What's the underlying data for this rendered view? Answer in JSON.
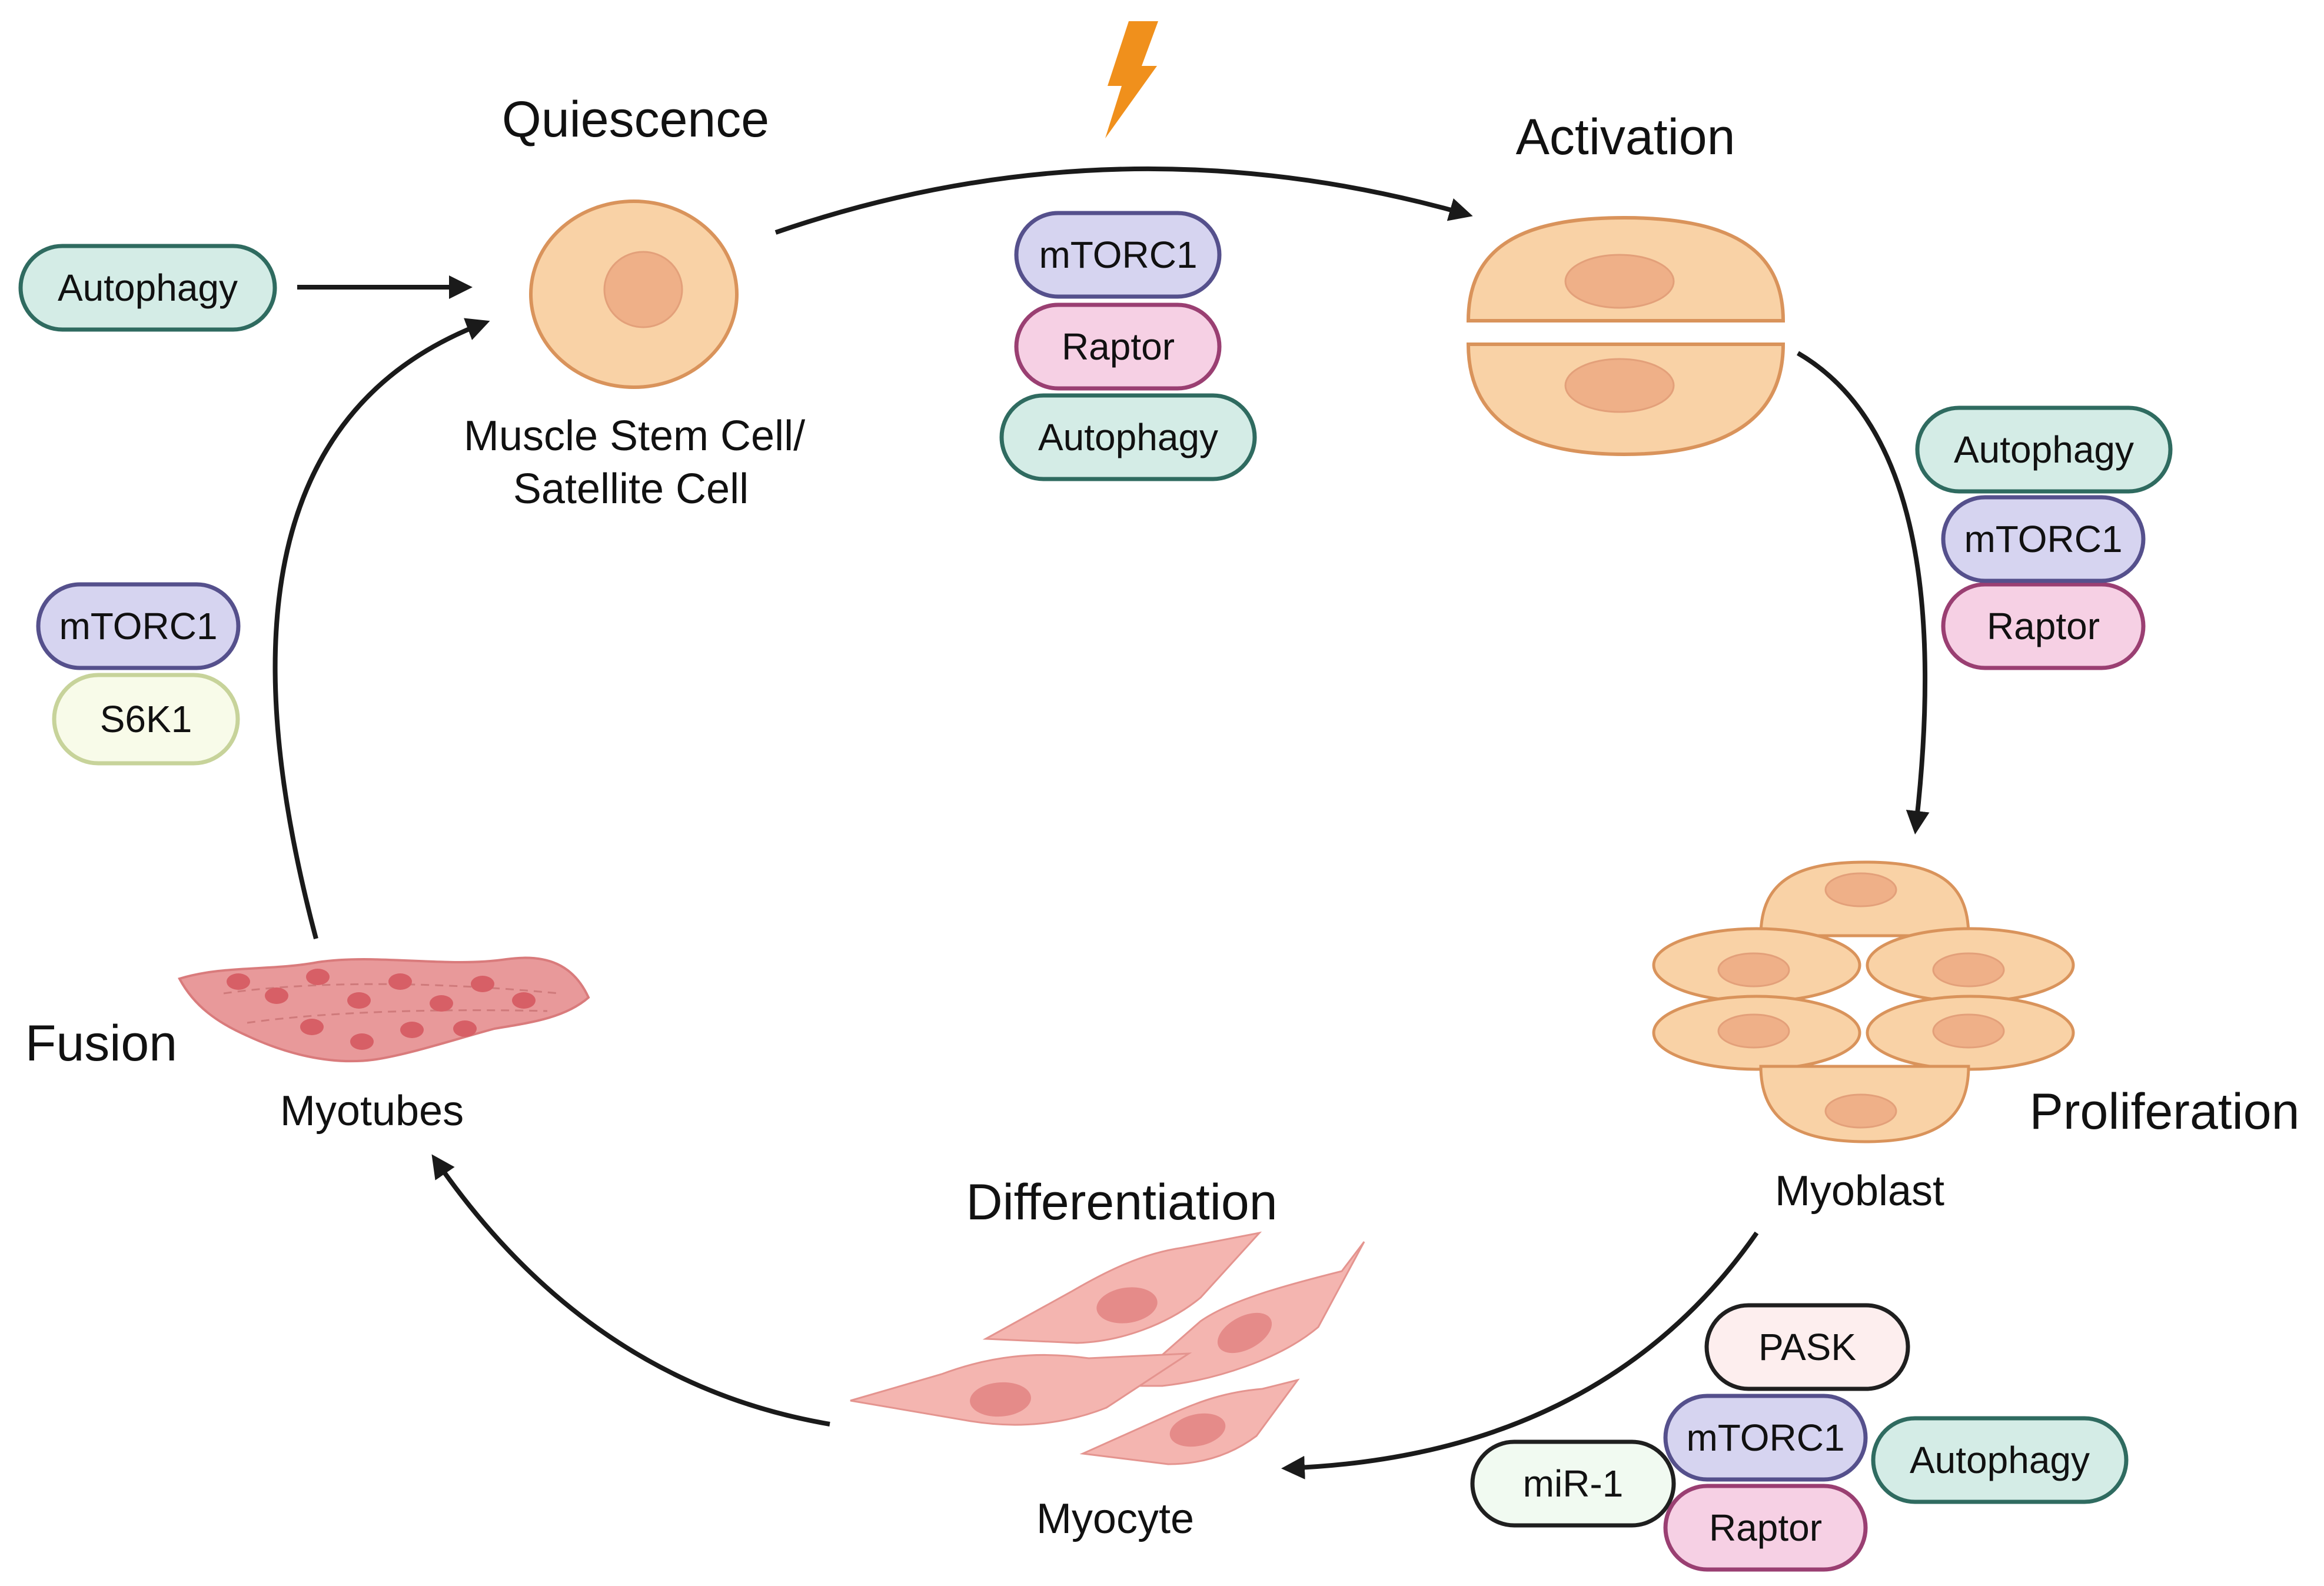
{
  "stages": {
    "quiescence": "Quiescence",
    "activation": "Activation",
    "proliferation": "Proliferation",
    "differentiation": "Differentiation",
    "fusion": "Fusion"
  },
  "cell_labels": {
    "stem_cell_line1": "Muscle Stem Cell/",
    "stem_cell_line2": "Satellite Cell",
    "myoblast": "Myoblast",
    "myocyte": "Myocyte",
    "myotubes": "Myotubes"
  },
  "regulators": {
    "autophagy": "Autophagy",
    "mtorc1": "mTORC1",
    "raptor": "Raptor",
    "s6k1": "S6K1",
    "pask": "PASK",
    "mir1": "miR-1"
  },
  "colors": {
    "autophagy_fill": "#d4ece6",
    "autophagy_stroke": "#2f6b60",
    "mtorc1_fill": "#d6d4f0",
    "mtorc1_stroke": "#55508c",
    "raptor_fill": "#f6d0e4",
    "raptor_stroke": "#9a3f72",
    "s6k1_fill": "#f8fbe9",
    "s6k1_stroke": "#c7d39a",
    "pask_fill": "#fdeeee",
    "mir1_fill": "#f1faf1",
    "cell_fill": "#f9d2a6",
    "cell_stroke": "#d9935b",
    "nucleus_fill": "#efb088",
    "myocyte_fill": "#f4b5b0",
    "myotube_fill": "#e8999a",
    "lightning": "#f0901c"
  },
  "icons": {
    "stimulus": "lightning-bolt-icon"
  }
}
